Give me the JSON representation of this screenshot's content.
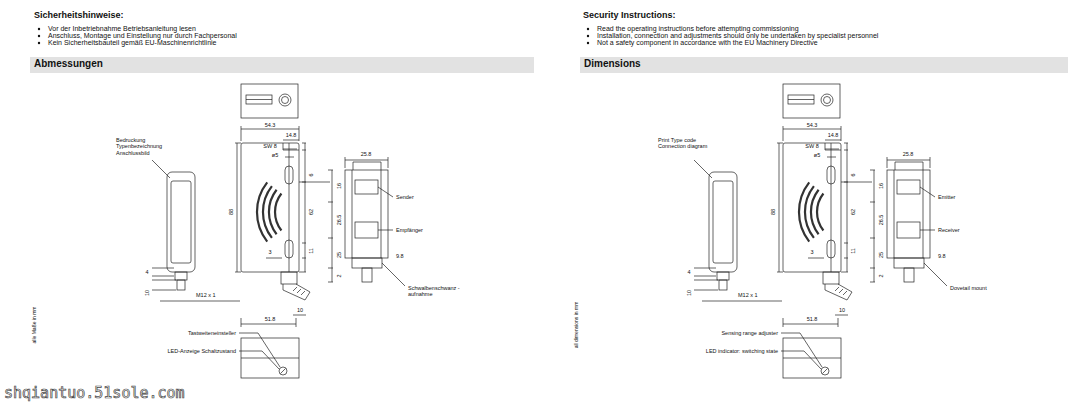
{
  "diagram": {
    "nodes": [
      {
        "text": [
          "Abmessungen"
        ]
      },
      {
        "text": [
          "Dimensions"
        ]
      }
    ],
    "labels": [
      "Sicherheitshinweise:",
      "Vor der Inbetriebnahme Betriebsanleitung lesen",
      "Anschluss, Montage und Einstellung nur durch Fachpersonal",
      "Kein Sicherheitsbauteil gemäß EU-Maschinenrichtlinie",
      "Bedruckung Typenbezeichnung Anschlussbild",
      "54.3",
      "14.8",
      "SW 8",
      "ø5",
      "25.8",
      "6",
      "16",
      "26.5",
      "62",
      "88",
      "Sender",
      "Empfänger",
      "3",
      "11",
      "25",
      "9.8",
      "4",
      "10",
      "M12 x 1",
      "2",
      "Schwalbenschwanz - aufnahme",
      "10",
      "51.8",
      "alle Maße in mm",
      "Tastweiteneinsteller",
      "LED-Anzeige Schaltzustand",
      "Security Instructions:",
      "Read the operating instructions before attempting commissioning",
      "Installation, connection and adjustments should only be undertaken by specialist personnel",
      "Not a safety component in accordance with the EU Machinery Directive",
      "Print Type code Connection diagram",
      "54.3",
      "14.8",
      "SW 8",
      "ø5",
      "25.8",
      "6",
      "16",
      "26.5",
      "62",
      "88",
      "Emitter",
      "Receiver",
      "3",
      "11",
      "25",
      "9.8",
      "4",
      "10",
      "M12 x 1",
      "2",
      "Dovetail mount",
      "10",
      "51.8",
      "all dimensions in mm",
      "Sensing range adjuster",
      "LED indicator: switching state",
      "shqiantuo.51sole.com"
    ]
  }
}
